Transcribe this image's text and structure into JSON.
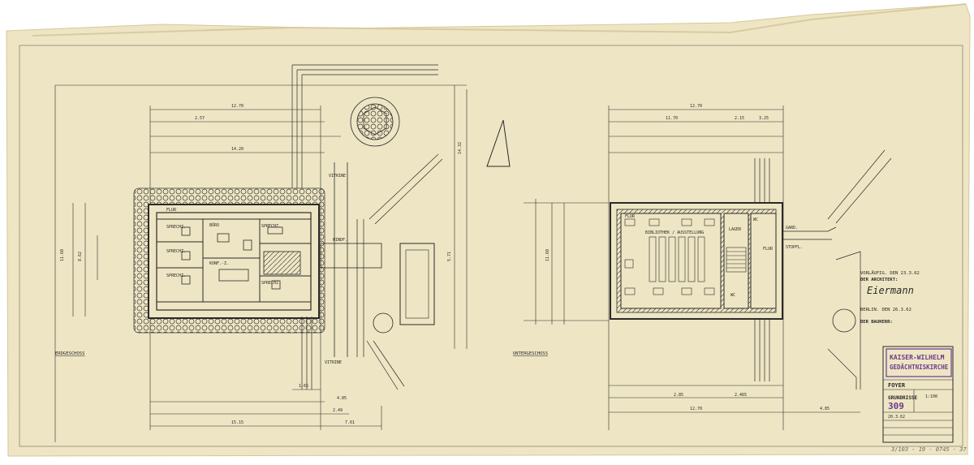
{
  "sheet": {
    "colors": {
      "paper": "#eee5c4",
      "paper_edge": "#e0d3a6",
      "ink": "#2a2a28",
      "stamp": "#6b3a8a",
      "margin_area": "#ffffff"
    }
  },
  "plans": {
    "ground": {
      "label": "ERDGESCHOSS",
      "rooms": [
        "FLUR",
        "SPRECHZ.",
        "SPRECHZ.",
        "SPRECHZ.",
        "SPRECHZ.",
        "BÜRO",
        "KONF.-Z.",
        "SPRECHZ.",
        "WINDF."
      ],
      "dims": [
        "12.70",
        "14.20",
        "15.15",
        "7.61",
        "2.49",
        "4.85",
        "1.65",
        "2.57",
        "11.60",
        "14.32",
        "8.62",
        "5.71"
      ],
      "annotations": [
        "VITRINE",
        "VITRINE"
      ]
    },
    "lower": {
      "label": "UNTERGESCHOSS",
      "rooms": [
        "BIBLIOTHEK / AUSSTELLUNG",
        "FLUR",
        "LAGER",
        "FLUR",
        "GARD.",
        "WC",
        "WC",
        "STOPFL."
      ],
      "dims": [
        "12.70",
        "11.70",
        "2.15",
        "3.25",
        "12.70",
        "4.85",
        "2.85",
        "2.465",
        "11.60"
      ]
    }
  },
  "notes": {
    "line1": "VORLÄUFIG. DEN 23.3.62",
    "line2": "DER ARCHITEKT:",
    "signature": "Eiermann",
    "line3": "BERLIN. DEN 26.3.62",
    "line4": "DER BAUHERR:"
  },
  "titleblock": {
    "title1": "KAISER-WILHELM",
    "title2": "GEDÄCHTNISKIRCHE",
    "subject": "FOYER",
    "drawing": "GRUNDRISSE",
    "number": "309",
    "scale": "1:100",
    "date": "20.3.62"
  },
  "archive_stamp": "3/103 - 19 - 0745 - 37"
}
